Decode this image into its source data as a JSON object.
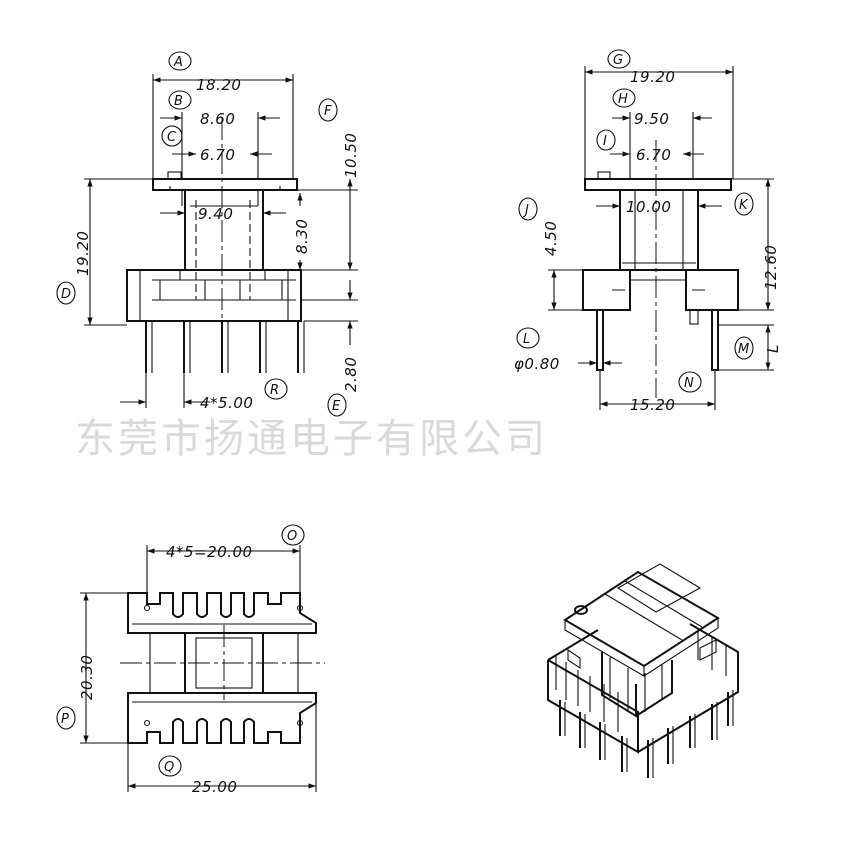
{
  "watermark": "东莞市扬通电子有限公司",
  "front_view": {
    "dims": {
      "A": "18.20",
      "B": "8.60",
      "C": "6.70",
      "D": "19.20",
      "F": "10.50",
      "flange_inner": "9.40",
      "core": "8.30",
      "E": "2.80",
      "R": "4*5.00"
    },
    "letters": [
      "A",
      "B",
      "C",
      "D",
      "E",
      "F",
      "R"
    ]
  },
  "side_view": {
    "dims": {
      "G": "19.20",
      "H": "9.50",
      "I": "6.70",
      "J": "4.50",
      "K": "12.60",
      "inner": "10.00",
      "L": "φ0.80",
      "M": "L",
      "N": "15.20"
    },
    "letters": [
      "G",
      "H",
      "I",
      "J",
      "K",
      "L",
      "M",
      "N"
    ]
  },
  "top_view": {
    "dims": {
      "O": "4*5=20.00",
      "P": "20.30",
      "Q": "25.00"
    },
    "letters": [
      "O",
      "P",
      "Q"
    ]
  }
}
